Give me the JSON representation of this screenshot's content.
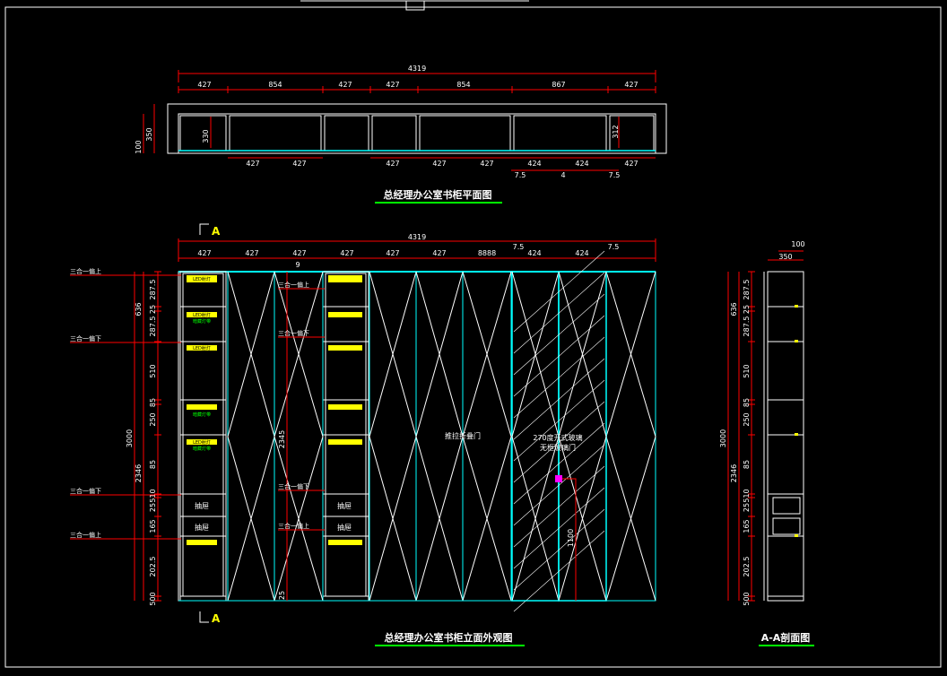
{
  "drawing": {
    "plan": {
      "title": "总经理办公室书柜平面图",
      "overall": "4319",
      "top_dims": [
        "427",
        "854",
        "427",
        "427",
        "854",
        "867",
        "427"
      ],
      "bottom_dims": [
        "427",
        "427",
        "427",
        "427",
        "427",
        "424",
        "424",
        "427"
      ],
      "bottom_small": [
        "7.5",
        "4",
        "7.5"
      ],
      "left_dims": [
        "100",
        "350"
      ],
      "inner_dims": [
        "330",
        "312"
      ]
    },
    "elevation": {
      "title": "总经理办公室书柜立面外观图",
      "overall": "4319",
      "top_dims": [
        "427",
        "427",
        "427",
        "427",
        "427",
        "427",
        "8888",
        "424",
        "424"
      ],
      "top_small": [
        "7.5",
        "7.5",
        "9"
      ],
      "section_mark": "A",
      "left_total": "3000",
      "left_sub": "2346",
      "left_upper": "636",
      "left_dims": [
        "287.5",
        "25",
        "287.5",
        "510",
        "85",
        "250",
        "85",
        "510",
        "25",
        "165",
        "202.5",
        "500",
        "50"
      ],
      "middle_dims": [
        "2345",
        "25"
      ],
      "callouts": [
        "三合一偏上",
        "三合一偏下",
        "三合一偏下",
        "三合一偏上"
      ],
      "inner_callouts": [
        "三合一偏上",
        "三合一偏下",
        "三合一偏下",
        "三合一偏上"
      ],
      "drawer_labels": [
        "抽屉",
        "抽屉"
      ],
      "yellow_labels": [
        "LED射灯",
        "LED射灯",
        "LED射灯",
        "LED射灯"
      ],
      "green_labels": [
        "暗藏灯带",
        "暗藏灯带",
        "暗藏灯带"
      ],
      "door_note_1": "推拉折叠门",
      "door_note_2a": "270度开式玻璃",
      "door_note_2b": "无框玻璃门",
      "handle_dim": "1100"
    },
    "section": {
      "title": "A-A剖面图",
      "top_dims": [
        "100",
        "350"
      ],
      "left_total": "3000",
      "left_sub": "2346",
      "left_upper": "636",
      "left_dims": [
        "287.5",
        "25",
        "287.5",
        "510",
        "85",
        "250",
        "85",
        "510",
        "25",
        "165",
        "202.5",
        "500",
        "50"
      ]
    }
  }
}
